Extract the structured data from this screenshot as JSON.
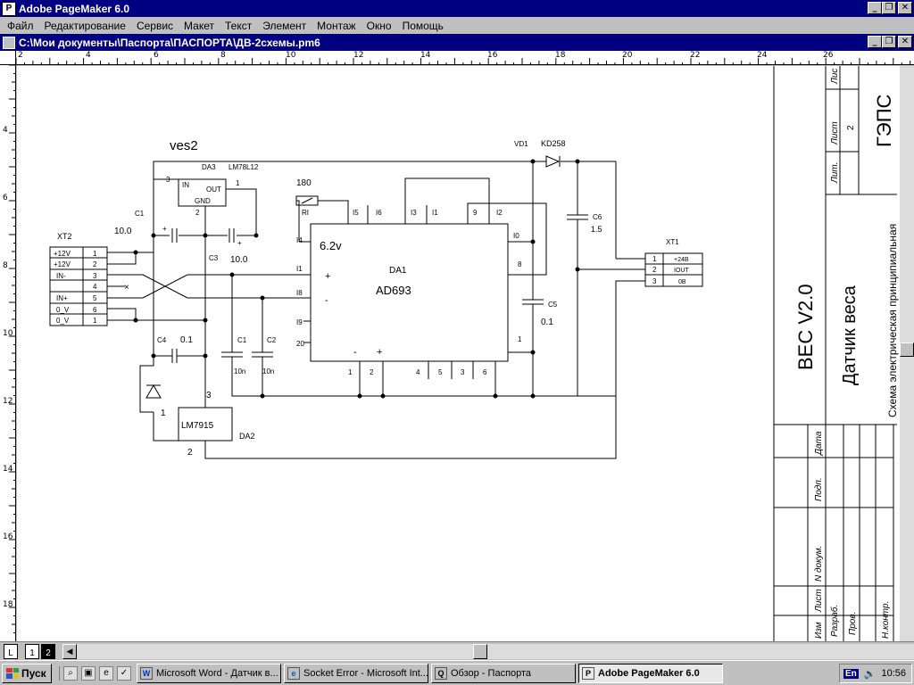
{
  "app": {
    "title": "Adobe PageMaker 6.0",
    "icon": "pagemaker-icon"
  },
  "menu": [
    "Файл",
    "Редактирование",
    "Сервис",
    "Макет",
    "Текст",
    "Элемент",
    "Монтаж",
    "Окно",
    "Помощь"
  ],
  "document": {
    "path": "C:\\Мои документы\\Паспорта\\ПАСПОРТА\\ДВ-2схемы.pm6"
  },
  "rulers": {
    "h_labels": [
      "2",
      "4",
      "6",
      "8",
      "10",
      "12",
      "14",
      "16",
      "18",
      "20",
      "22",
      "24",
      "26"
    ],
    "v_labels": [
      "4",
      "6",
      "8",
      "10",
      "12",
      "14",
      "16",
      "18"
    ]
  },
  "schematic": {
    "title": "ves2",
    "xt2_label": "XT2",
    "xt2_pins": [
      {
        "name": "+12V",
        "num": "1"
      },
      {
        "name": "+12V",
        "num": "2"
      },
      {
        "name": "IN-",
        "num": "3"
      },
      {
        "name": "",
        "num": "4"
      },
      {
        "name": "IN+",
        "num": "5"
      },
      {
        "name": "0_V",
        "num": "6"
      },
      {
        "name": "0_V",
        "num": "1"
      }
    ],
    "xt1_label": "XT1",
    "xt1_pins": [
      {
        "num": "1",
        "name": "+24B"
      },
      {
        "num": "2",
        "name": "IOUT"
      },
      {
        "num": "3",
        "name": "0B"
      }
    ],
    "da3": {
      "ref": "DA3",
      "part": "LM78L12",
      "in": "IN",
      "out": "OUT",
      "gnd": "GND",
      "pin_in": "3",
      "pin_out": "1",
      "pin_gnd": "2"
    },
    "da1": {
      "ref": "DA1",
      "part": "AD693",
      "voltage": "6.2v"
    },
    "da2": {
      "ref": "DA2",
      "part": "LM7915",
      "pin1": "1",
      "pin2": "2",
      "pin3": "3"
    },
    "r1": {
      "ref": "RI",
      "value": "180"
    },
    "c1_top": {
      "ref": "C1",
      "value": "10.0"
    },
    "c3": {
      "ref": "C3",
      "value": "10.0"
    },
    "c4": {
      "ref": "C4",
      "value": "0.1"
    },
    "c1": {
      "ref": "C1",
      "value": "10n"
    },
    "c2": {
      "ref": "C2",
      "value": "10n"
    },
    "c5": {
      "ref": "C5",
      "value": "0.1"
    },
    "c6": {
      "ref": "C6",
      "value": "1.5"
    },
    "vd1": {
      "ref": "VD1",
      "part": "KD258"
    },
    "da1_pins_top": [
      "I5",
      "I6",
      "I3",
      "I1",
      "9",
      "I2"
    ],
    "da1_pins_left": [
      "I4",
      "I1",
      "I8",
      "I9",
      "20"
    ],
    "da1_pins_right": [
      "I0",
      "8",
      "1"
    ],
    "da1_pins_bottom": [
      "1",
      "2",
      "4",
      "5",
      "3",
      "6"
    ]
  },
  "stamp": {
    "product": "ВЕС V2.0",
    "name": "Датчик  веса",
    "doc_type": "Схема электрическая принципиальная",
    "org": "ГЭПС",
    "lit": "Лит.",
    "list": "Лист",
    "list_num": "2",
    "listov": "Лис",
    "data": "Дата",
    "podp": "Подп.",
    "ndokum": "N докум.",
    "list2": "Лист",
    "izm": "Изм",
    "razrab": "Разраб.",
    "prov": "Пров.",
    "nkontr": "Н.контр."
  },
  "pages": [
    "L",
    "1",
    "2"
  ],
  "taskbar": {
    "start": "Пуск",
    "tasks": [
      {
        "icon": "W",
        "label": "Microsoft Word - Датчик в..."
      },
      {
        "icon": "e",
        "label": "Socket Error - Microsoft Int..."
      },
      {
        "icon": "Q",
        "label": "Обзор - Паспорта"
      },
      {
        "icon": "P",
        "label": "Adobe PageMaker 6.0"
      }
    ],
    "lang": "En",
    "clock": "10:56"
  }
}
